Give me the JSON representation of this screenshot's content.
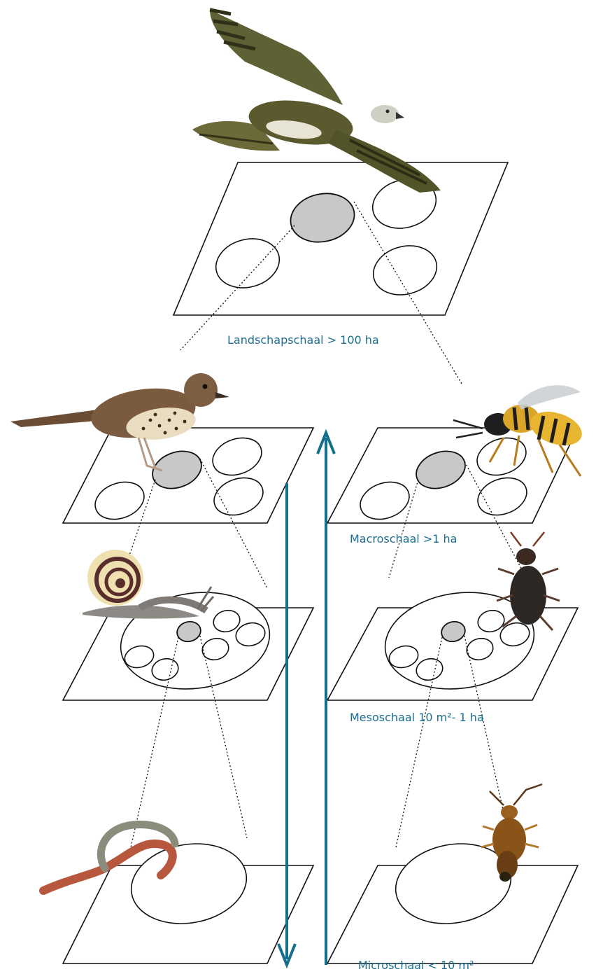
{
  "colors": {
    "label": "#1c6e8f",
    "arrow": "#146f8c",
    "selected_habitat": "#c8c8c8"
  },
  "labels": {
    "landscape": "Landschapschaal > 100 ha",
    "macro": "Macroschaal >1 ha",
    "meso": "Mesoschaal 10 m²- 1 ha",
    "micro": "Microschaal < 10 m²"
  },
  "arrows": {
    "left": "down",
    "right": "up"
  },
  "animals": [
    {
      "scale": "landscape",
      "icon": "honey-buzzard-icon"
    },
    {
      "scale": "macro-left",
      "icon": "song-thrush-icon"
    },
    {
      "scale": "macro-right",
      "icon": "wasp-icon"
    },
    {
      "scale": "meso-left",
      "icon": "snail-icon"
    },
    {
      "scale": "meso-right",
      "icon": "ground-beetle-icon"
    },
    {
      "scale": "micro-left",
      "icon": "earthworm-icon"
    },
    {
      "scale": "micro-right",
      "icon": "rove-beetle-icon"
    }
  ]
}
